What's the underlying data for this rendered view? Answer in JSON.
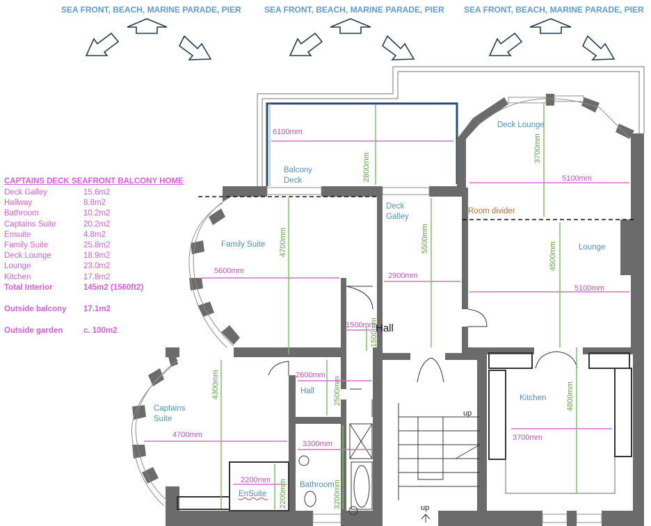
{
  "headers": [
    "SEA FRONT, BEACH, MARINE PARADE, PIER",
    "SEA FRONT, BEACH, MARINE PARADE, PIER",
    "SEA FRONT, BEACH, MARINE PARADE, PIER"
  ],
  "legend": {
    "title": "CAPTAINS DECK SEAFRONT BALCONY HOME",
    "rooms": [
      {
        "name": "Deck Galley",
        "area": "15.6m2"
      },
      {
        "name": "Hallway",
        "area": "8.8m2"
      },
      {
        "name": "Bathroom",
        "area": "10.2m2"
      },
      {
        "name": "Captains Suite",
        "area": "20.2m2"
      },
      {
        "name": "Ensuite",
        "area": "4.8m2"
      },
      {
        "name": "Family Suite",
        "area": "25.8m2"
      },
      {
        "name": "Deck Lounge",
        "area": "18.9m2"
      },
      {
        "name": "Lounge",
        "area": "23.0m2"
      },
      {
        "name": "Kitchen",
        "area": "17.8m2"
      }
    ],
    "total": {
      "name": "Total Interior",
      "area": "145m2 (1560ft2)"
    },
    "balcony": {
      "name": "Outside balcony",
      "area": "17.1m2"
    },
    "garden": {
      "name": "Outside garden",
      "area": "c. 100m2"
    }
  },
  "rooms": {
    "deck_lounge": "Deck Lounge",
    "balcony_deck_1": "Balcony",
    "balcony_deck_2": "Deck",
    "deck_galley_1": "Deck",
    "deck_galley_2": "Galley",
    "room_divider": "Room divider",
    "family_suite": "Family Suite",
    "lounge": "Lounge",
    "hall_big": "Hall",
    "hall": "Hall",
    "captains_1": "Captains",
    "captains_2": "Suite",
    "kitchen": "Kitchen",
    "bathroom": "Bathroom",
    "ensuite": "EnSuite",
    "up_1": "up",
    "up_2": "up"
  },
  "dims": {
    "d6100": "6100mm",
    "d2800": "2800mm",
    "d3700a": "3700mm",
    "d5100a": "5100mm",
    "d4700a": "4700mm",
    "d5500": "5500mm",
    "d5600": "5600mm",
    "d2900": "2900mm",
    "d4500": "4500mm",
    "d5100b": "5100mm",
    "d1500a": "1500mm",
    "d1500b": "1500mm",
    "d4300": "4300mm",
    "d2600": "2600mm",
    "d2500": "2500mm",
    "d4800": "4800mm",
    "d4700b": "4700mm",
    "d3300": "3300mm",
    "d3700b": "3700mm",
    "d2200a": "2200mm",
    "d2200b": "2200mm",
    "d3200": "3200mm"
  },
  "colors": {
    "wall": "#6b6b6b",
    "room_label": "#4f8fc0",
    "dim_horizontal": "#c04fc0",
    "dim_vertical": "#5aa83c",
    "legend": "#d65bd6",
    "header": "#5b9bd5",
    "balcony_frame": "#1f4e79",
    "divider": "#c0692b"
  }
}
